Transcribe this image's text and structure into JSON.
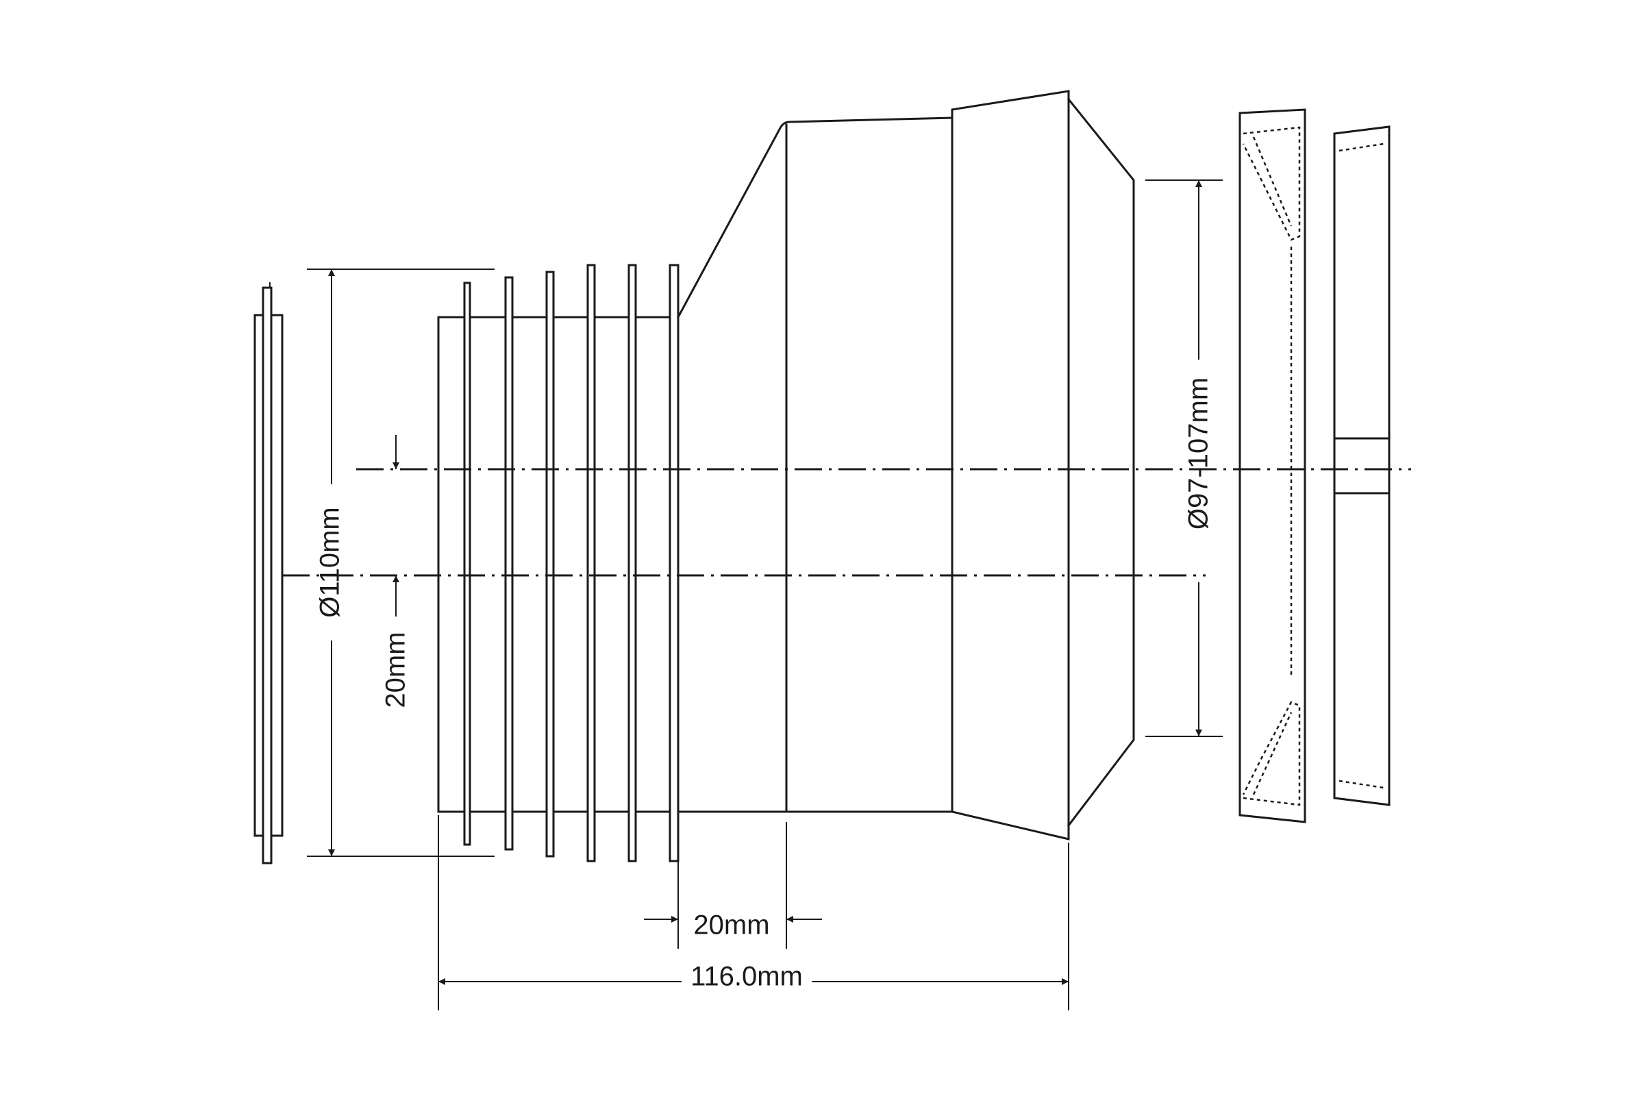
{
  "dimensions": {
    "outer_diameter": "Ø110mm",
    "offset": "20mm",
    "inner_diameter_range": "Ø97-107mm",
    "fin_spacing": "20mm",
    "total_length": "116.0mm"
  },
  "colors": {
    "line": "#1a1a1a",
    "background": "#ffffff"
  }
}
